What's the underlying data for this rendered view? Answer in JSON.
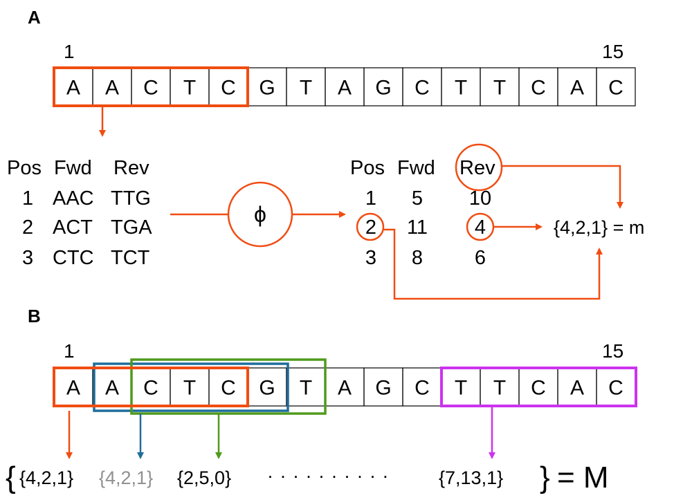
{
  "colors": {
    "orange": "#f04d12",
    "blue": "#1f6e9c",
    "green": "#4f9a1c",
    "magenta": "#cc33ee",
    "gray": "#909090",
    "black": "#000000"
  },
  "panel_a": {
    "label": "A",
    "pos_start": "1",
    "pos_end": "15",
    "sequence": [
      "A",
      "A",
      "C",
      "T",
      "C",
      "G",
      "T",
      "A",
      "G",
      "C",
      "T",
      "T",
      "C",
      "A",
      "C"
    ],
    "left_table": {
      "headers": [
        "Pos",
        "Fwd",
        "Rev"
      ],
      "rows": [
        [
          "1",
          "AAC",
          "TTG"
        ],
        [
          "2",
          "ACT",
          "TGA"
        ],
        [
          "3",
          "CTC",
          "TCT"
        ]
      ]
    },
    "phi_symbol": "ϕ",
    "right_table": {
      "headers": [
        "Pos",
        "Fwd",
        "Rev"
      ],
      "rows": [
        [
          "1",
          "5",
          "10"
        ],
        [
          "2",
          "11",
          "4"
        ],
        [
          "3",
          "8",
          "6"
        ]
      ]
    },
    "result": "{4,2,1} = m"
  },
  "panel_b": {
    "label": "B",
    "pos_start": "1",
    "pos_end": "15",
    "sequence": [
      "A",
      "A",
      "C",
      "T",
      "C",
      "G",
      "T",
      "A",
      "G",
      "C",
      "T",
      "T",
      "C",
      "A",
      "C"
    ],
    "open_brace": "{",
    "close_brace": "}",
    "sets": [
      "{4,2,1}",
      "{4,2,1}",
      "{2,5,0}",
      "{7,13,1}"
    ],
    "ellipsis": "· · · · · · · · · ·",
    "equals_M": "= M"
  }
}
